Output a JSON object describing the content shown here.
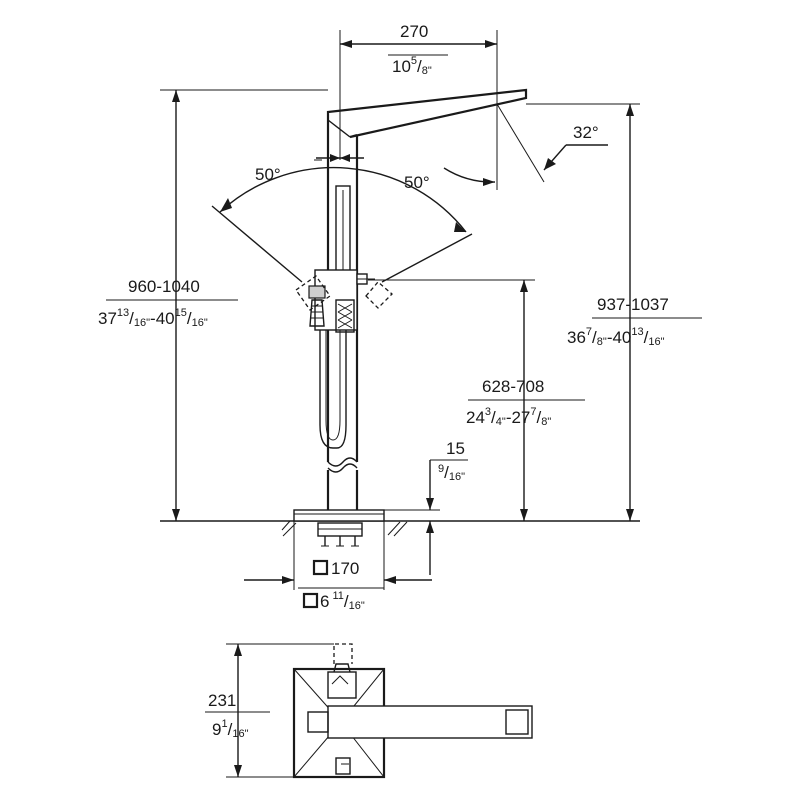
{
  "dimensions": {
    "spout_reach_mm": "270",
    "spout_reach_in_whole": "10",
    "spout_reach_in_num": "5",
    "spout_reach_in_den": "8\"",
    "spout_angle": "32°",
    "swivel_left": "50°",
    "swivel_right": "50°",
    "total_height_mm": "960-1040",
    "total_height_in_a": "37",
    "total_height_in_a_num": "13",
    "total_height_in_a_den": "16\"",
    "total_height_in_sep": "-40",
    "total_height_in_b_num": "15",
    "total_height_in_b_den": "16\"",
    "spout_height_mm": "937-1037",
    "spout_height_in_a": "36",
    "spout_height_in_a_num": "7",
    "spout_height_in_a_den": "8\"",
    "spout_height_in_sep": "-40",
    "spout_height_in_b_num": "13",
    "spout_height_in_b_den": "16\"",
    "handle_height_mm": "628-708",
    "handle_height_in_a": "24",
    "handle_height_in_a_num": "3",
    "handle_height_in_a_den": "4\"",
    "handle_height_in_sep": "-27",
    "handle_height_in_b_num": "7",
    "handle_height_in_b_den": "8\"",
    "base_thickness_mm": "15",
    "base_thickness_in_num": "9",
    "base_thickness_in_den": "16\"",
    "base_square_mm": "170",
    "base_square_in_whole": "6",
    "base_square_in_num": "11",
    "base_square_in_den": "16\"",
    "plan_depth_mm": "231",
    "plan_depth_in_whole": "9",
    "plan_depth_in_num": "1",
    "plan_depth_in_den": "16\""
  }
}
